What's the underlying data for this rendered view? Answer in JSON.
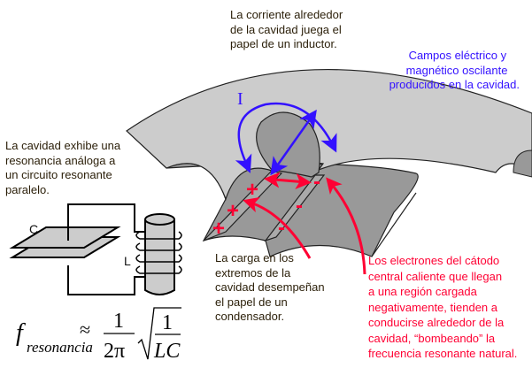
{
  "inductor_note": {
    "lines": [
      "La corriente alrededor",
      "de la cavidad juega el",
      "papel de un inductor."
    ]
  },
  "fields_note": {
    "lines": [
      "Campos eléctrico y",
      "magnético oscilante",
      "producidos en la cavidad."
    ]
  },
  "cavity_note": {
    "lines": [
      "La cavidad exhibe una",
      "resonancia análoga a",
      "un circuito resonante",
      "paralelo."
    ]
  },
  "charge_note": {
    "lines": [
      "La carga en los",
      "extremos de la",
      "cavidad desempeñan",
      "el papel de un",
      "condensador."
    ]
  },
  "electrons_note": {
    "lines": [
      "Los electrones del cátodo",
      "central caliente que llegan",
      "a una región cargada",
      "negativamente, tienden a",
      "conducirse alrededor de la",
      "cavidad, “bombeando” la",
      "frecuencia resonante natural."
    ]
  },
  "labels": {
    "current": "I",
    "capacitor": "C",
    "inductor": "L",
    "plus": "+",
    "minus": "-"
  },
  "formula": {
    "f": "f",
    "subscript": "resonancia",
    "approx": "≈",
    "one": "1",
    "two_pi": "2π",
    "lc": "LC"
  },
  "colors": {
    "blue": "#3311ff",
    "red": "#ff0033",
    "light_gray": "#cccccc",
    "dark_gray": "#999999"
  }
}
